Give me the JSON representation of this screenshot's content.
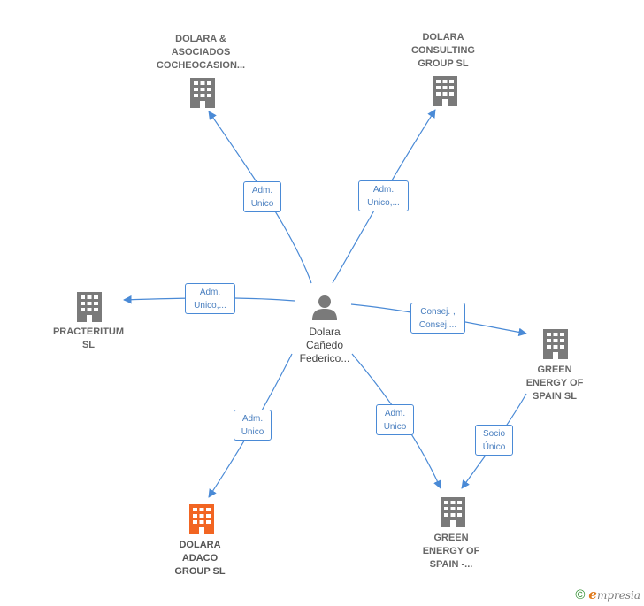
{
  "center": {
    "lines": [
      "Dolara",
      "Cañedo",
      "Federico..."
    ]
  },
  "nodes": [
    {
      "id": "dolara-asociados",
      "lines": [
        "DOLARA &",
        "ASOCIADOS",
        "COCHEOCASION..."
      ],
      "color": "#7a7a7a"
    },
    {
      "id": "dolara-consulting",
      "lines": [
        "DOLARA",
        "CONSULTING",
        "GROUP  SL"
      ],
      "color": "#7a7a7a"
    },
    {
      "id": "practeritum",
      "lines": [
        "PRACTERITUM",
        "SL"
      ],
      "color": "#7a7a7a"
    },
    {
      "id": "green-energy-spain",
      "lines": [
        "GREEN",
        "ENERGY OF",
        "SPAIN  SL"
      ],
      "color": "#7a7a7a"
    },
    {
      "id": "green-energy-spain-2",
      "lines": [
        "GREEN",
        "ENERGY OF",
        "SPAIN -..."
      ],
      "color": "#7a7a7a"
    },
    {
      "id": "dolara-adaco",
      "lines": [
        "DOLARA",
        "ADACO",
        "GROUP  SL"
      ],
      "color": "#f26522"
    }
  ],
  "edges": [
    {
      "id": "e-asociados",
      "lines": [
        "Adm.",
        "Unico"
      ]
    },
    {
      "id": "e-consulting",
      "lines": [
        "Adm.",
        "Unico,..."
      ]
    },
    {
      "id": "e-practeritum",
      "lines": [
        "Adm.",
        "Unico,..."
      ]
    },
    {
      "id": "e-green",
      "lines": [
        "Consej. ,",
        "Consej...."
      ]
    },
    {
      "id": "e-adaco",
      "lines": [
        "Adm.",
        "Unico"
      ]
    },
    {
      "id": "e-green2",
      "lines": [
        "Adm.",
        "Unico"
      ]
    },
    {
      "id": "e-socio",
      "lines": [
        "Socio",
        "Único"
      ]
    }
  ],
  "colors": {
    "edge": "#4a8ad6",
    "building": "#7a7a7a",
    "building_highlight": "#f26522",
    "person": "#7a7a7a"
  },
  "footer": {
    "symbol": "©",
    "brand_initial": "e",
    "brand_rest": "mpresia"
  }
}
